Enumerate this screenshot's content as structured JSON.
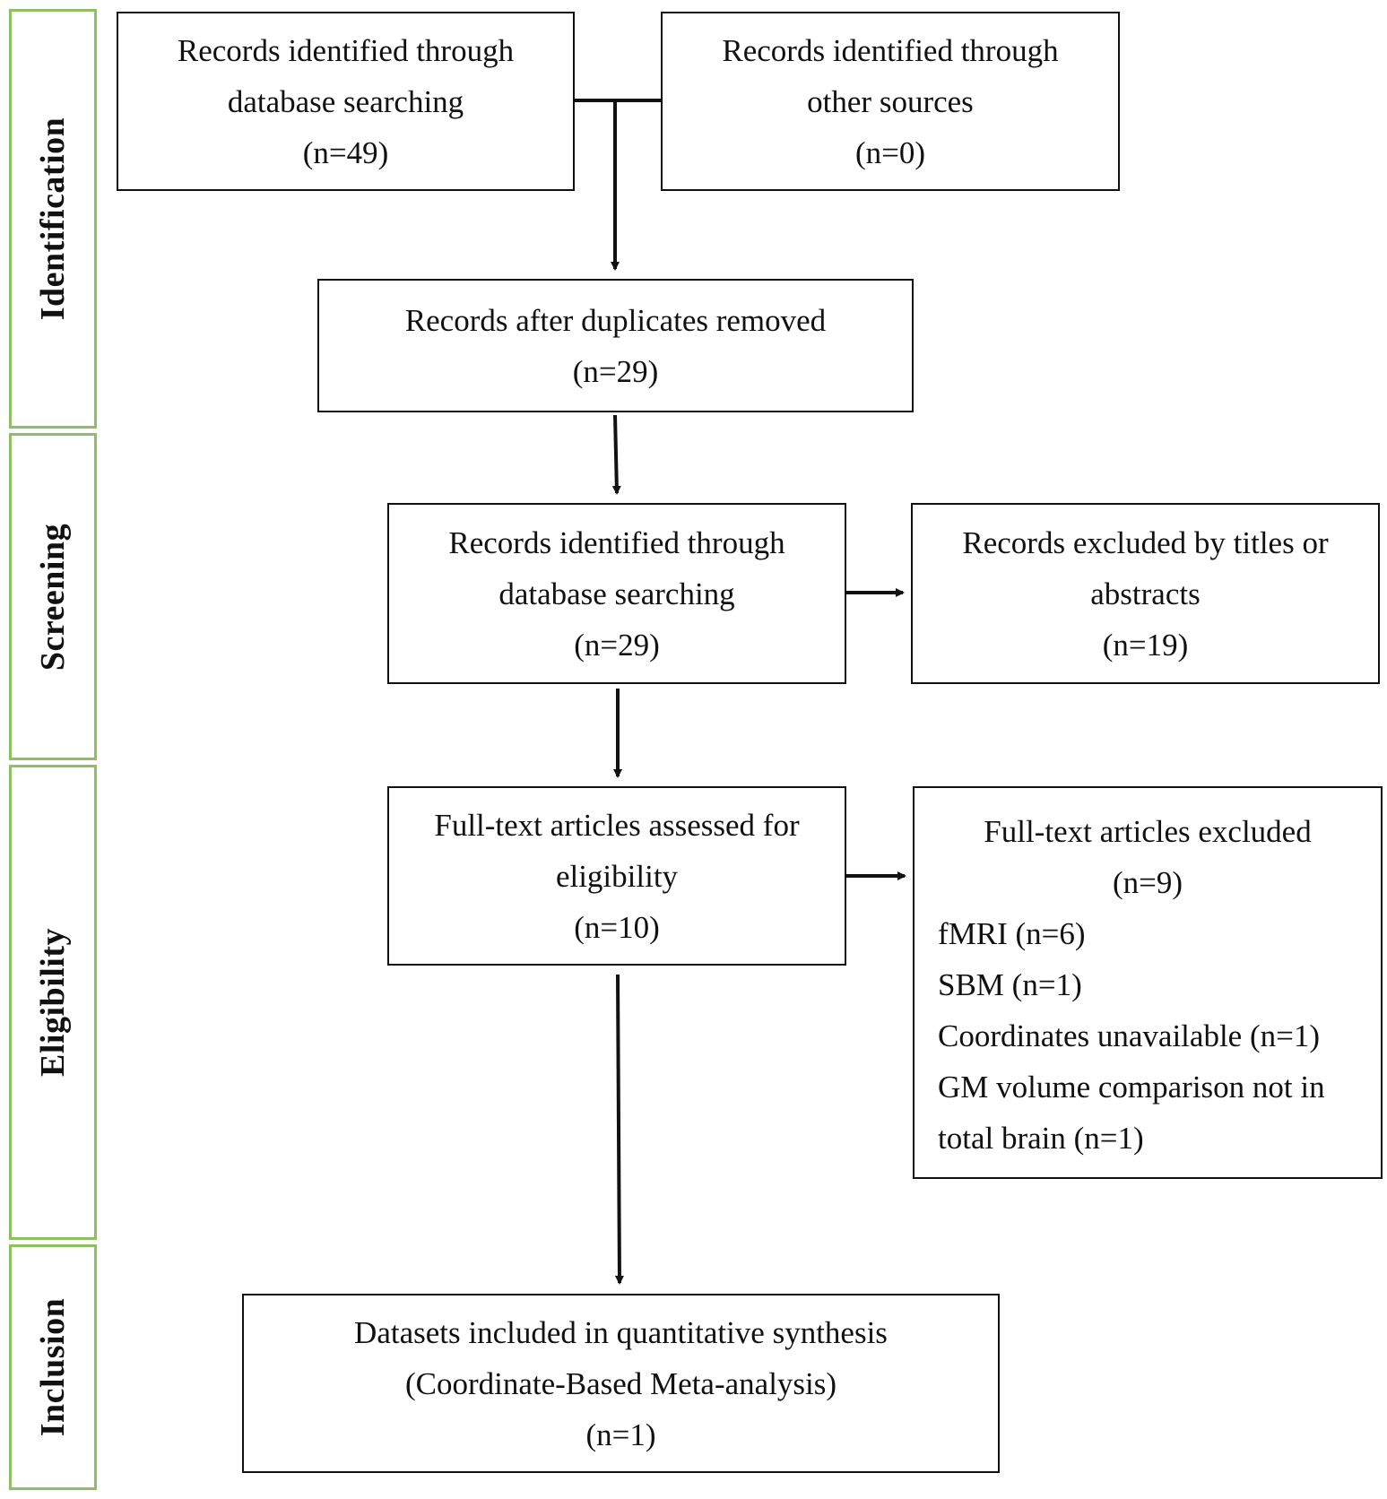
{
  "stages": [
    {
      "label": "Identification"
    },
    {
      "label": "Screening"
    },
    {
      "label": "Eligibility"
    },
    {
      "label": "Inclusion"
    }
  ],
  "boxes": {
    "db_search": {
      "lines": [
        "Records identified through",
        "database searching",
        "(n=49)"
      ]
    },
    "other_sources": {
      "lines": [
        "Records identified through",
        "other sources",
        "(n=0)"
      ]
    },
    "dup_removed": {
      "lines": [
        "Records after duplicates removed",
        "(n=29)"
      ]
    },
    "screened": {
      "lines": [
        "Records identified through",
        "database searching",
        "(n=29)"
      ]
    },
    "excluded_titles": {
      "lines": [
        "Records excluded by titles or",
        "abstracts",
        "(n=19)"
      ]
    },
    "fulltext_assessed": {
      "lines": [
        "Full-text articles assessed for",
        "eligibility",
        "(n=10)"
      ]
    },
    "fulltext_excluded": {
      "heading": "Full-text articles excluded",
      "count": "(n=9)",
      "reasons": [
        "fMRI (n=6)",
        "SBM (n=1)",
        "Coordinates unavailable (n=1)",
        "GM volume comparison not in",
        "total brain (n=1)"
      ]
    },
    "included": {
      "lines": [
        "Datasets included in quantitative synthesis",
        "(Coordinate-Based Meta-analysis)",
        "(n=1)"
      ]
    }
  },
  "colors": {
    "stage_border": "#8cc063",
    "box_border": "#111111",
    "arrow": "#111111"
  }
}
